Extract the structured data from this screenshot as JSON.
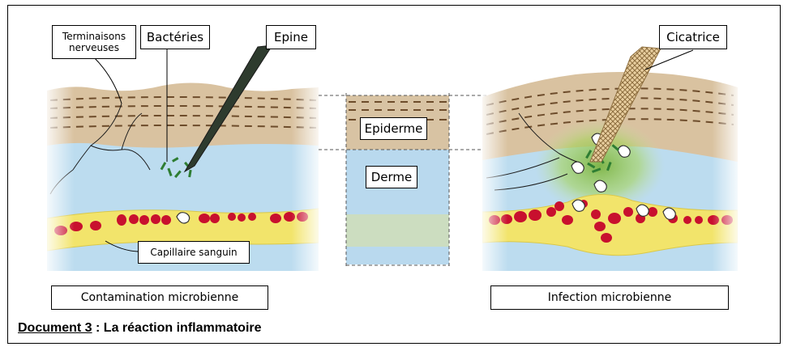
{
  "labels": {
    "terminaisons_line1": "Terminaisons",
    "terminaisons_line2": "nerveuses",
    "bacteries": "Bactéries",
    "epine": "Epine",
    "cicatrice": "Cicatrice",
    "epiderme": "Epiderme",
    "derme": "Derme",
    "capillaire": "Capillaire sanguin",
    "contamination": "Contamination microbienne",
    "infection": "Infection microbienne"
  },
  "caption": {
    "doc": "Document 3",
    "text": " : La réaction inflammatoire"
  },
  "colors": {
    "epidermis": "#d8c3a3",
    "dermis": "#b9d9ee",
    "capillary": "#f1e36a",
    "blood_cell": "#c8102e",
    "bacteria": "#2e7d32",
    "inflammation": "#8bc34a",
    "thorn": "#2f3f2f"
  }
}
